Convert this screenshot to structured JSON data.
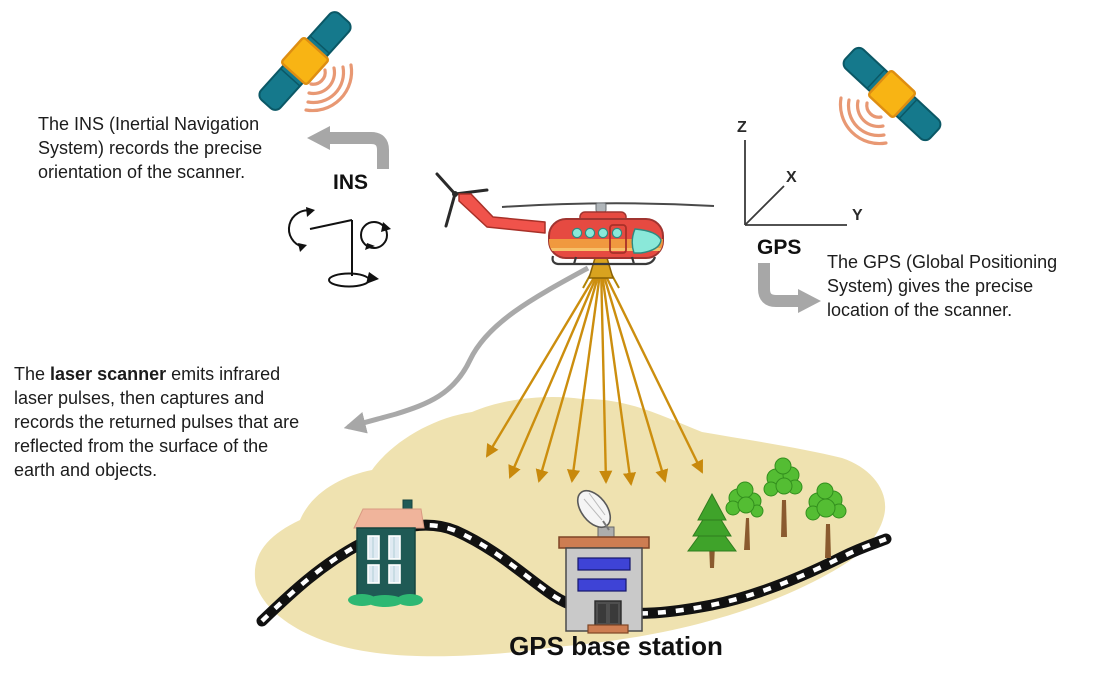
{
  "texts": {
    "ins": {
      "label": "INS",
      "description": "The INS (Inertial Navigation System) records the precise orientation of the scanner."
    },
    "gps": {
      "label": "GPS",
      "description": "The GPS (Global Positioning System) gives the precise location of the scanner."
    },
    "laser": {
      "prefix": "The ",
      "term": "laser scanner",
      "rest": " emits infrared laser pulses, then captures and records the returned pulses that are reflected from the surface of the earth and objects."
    },
    "base_station_label": "GPS base station",
    "axes": {
      "z": "Z",
      "x": "X",
      "y": "Y"
    }
  },
  "icons": [
    "satellite-icon",
    "signal-waves-icon",
    "helicopter-icon",
    "gyroscope-icon",
    "coordinate-axes-icon",
    "laser-beam-arrows",
    "callout-arrow-icon",
    "house-icon",
    "gps-base-station-building",
    "satellite-dish-icon",
    "tree-icon",
    "road",
    "terrain"
  ],
  "colors": {
    "background": "#ffffff",
    "text": "#1c1c1c",
    "terrain": "#efe2b0",
    "road": "#111111",
    "road_dash": "#ffffff",
    "laser_beam": "#cc8e0e",
    "callout_arrow_gray": "#a7a7a7",
    "satellite_panel_teal": "#15798c",
    "satellite_body_yellow": "#f8b414",
    "signal_wave_salmon": "#e89873",
    "helicopter_red": "#e64a41",
    "helicopter_stripe_orange": "#f0993f",
    "glass_teal": "#8ae8d9",
    "house_teal": "#1f5a55",
    "house_roof_pink": "#f0b49b",
    "grass_green": "#2eb873",
    "station_gray": "#c9c9c9",
    "station_roof_terracotta": "#cd7d52",
    "station_window_blue": "#3e43d6",
    "tree_green": "#54bd33",
    "trunk_brown": "#8a5a2e"
  }
}
